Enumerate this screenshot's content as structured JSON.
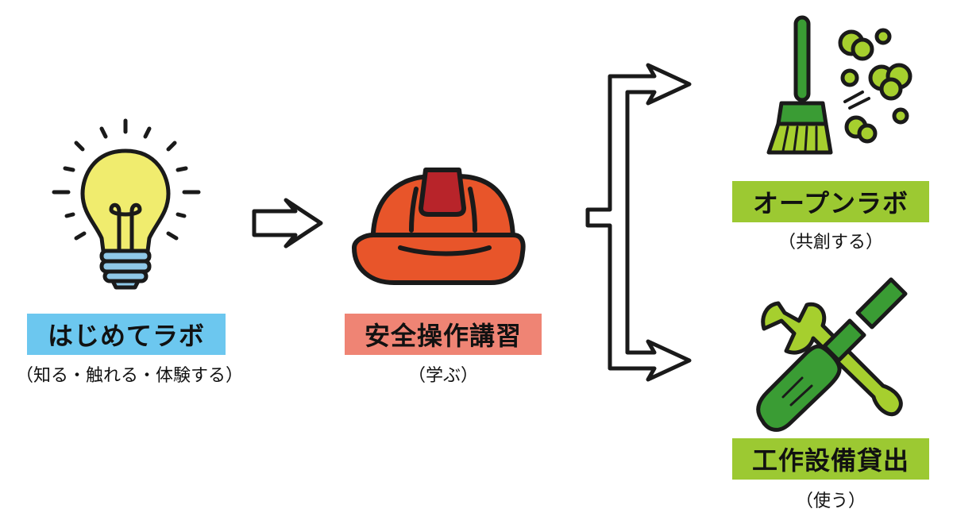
{
  "colors": {
    "outline": "#1a1a1a",
    "bulb": "#f0ec6e",
    "bulb_base": "#8fc8e8",
    "helmet": "#e8552a",
    "helmet_crest": "#b8242a",
    "green_dark": "#3a9c34",
    "green_light": "#a6cf2e",
    "box_hajimete": "#6cc7ef",
    "box_anzen": "#ef8474",
    "box_open": "#9cc932",
    "box_kogu": "#9cc932"
  },
  "steps": {
    "hajimete": {
      "title": "はじめてラボ",
      "sub": "（知る・触れる・体験する）"
    },
    "anzen": {
      "title": "安全操作講習",
      "sub": "（学ぶ）"
    },
    "open": {
      "title": "オープンラボ",
      "sub": "（共創する）"
    },
    "kogu": {
      "title": "工作設備貸出",
      "sub": "（使う）"
    }
  },
  "icons": {
    "bulb": "lightbulb-icon",
    "helmet": "hard-hat-icon",
    "broom": "broom-icon",
    "tools": "wrench-screwdriver-icon"
  }
}
